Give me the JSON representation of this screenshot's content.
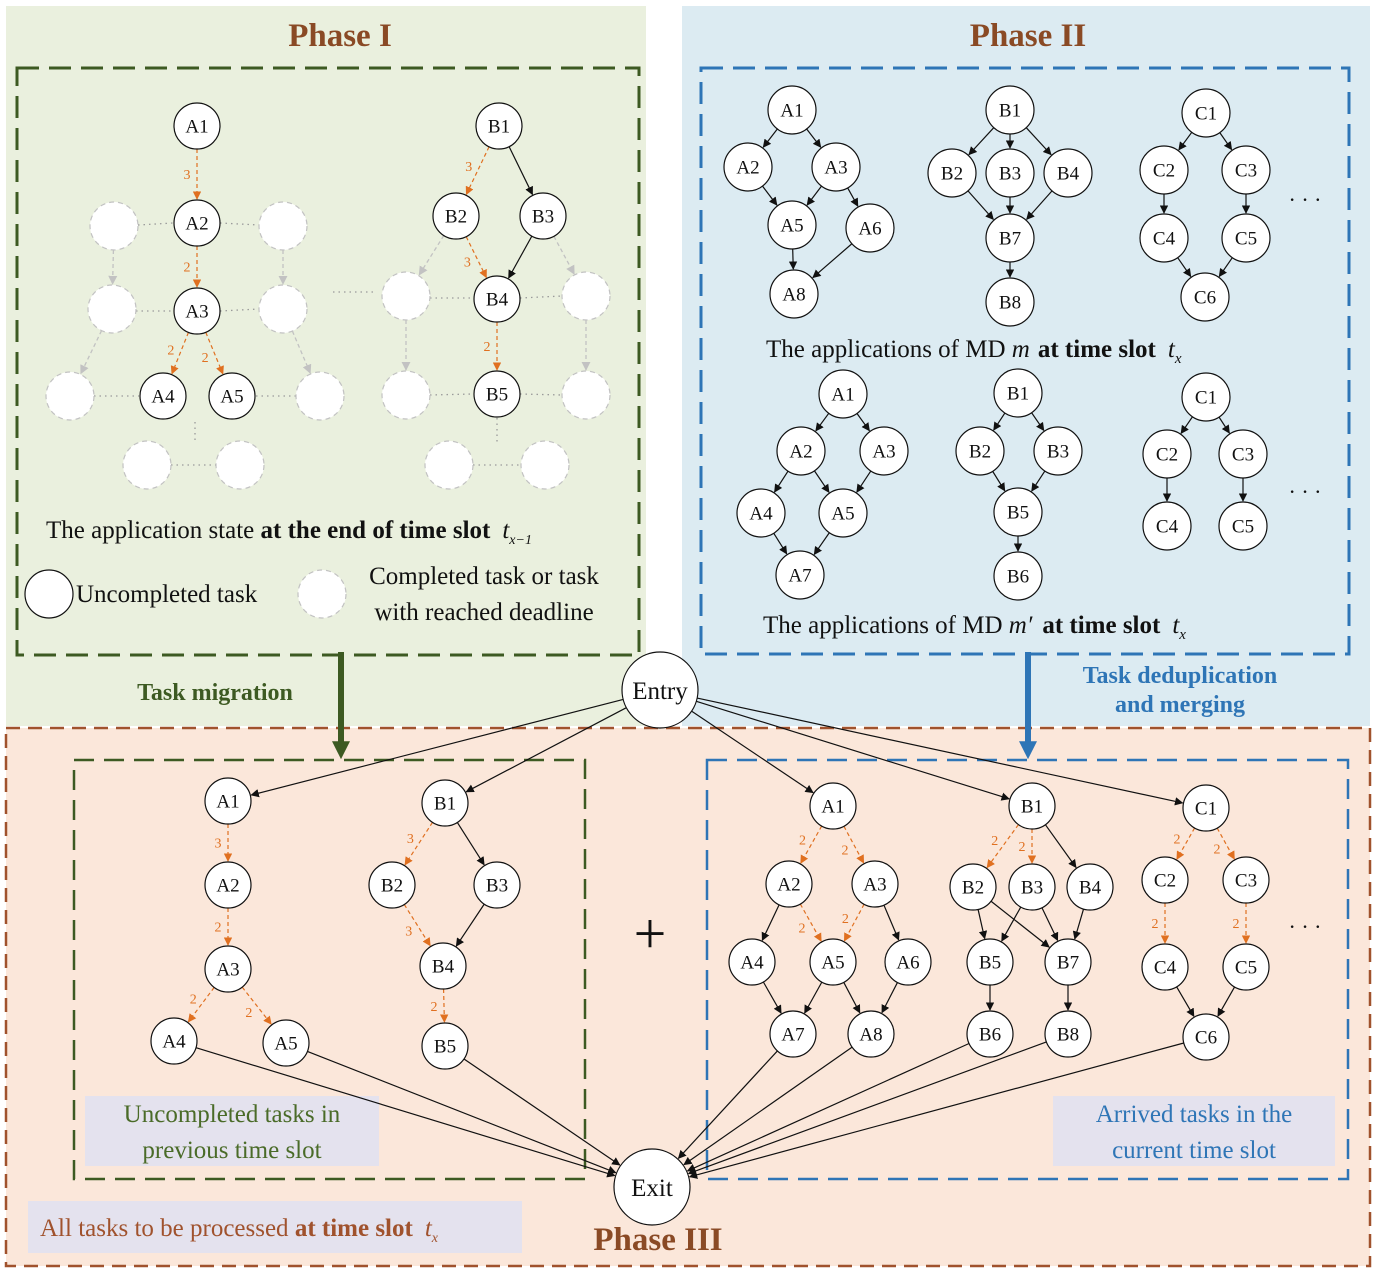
{
  "phase1": {
    "title": "Phase I",
    "caption_plain": "The application state ",
    "caption_bold": "at the end of time slot",
    "caption_var": "t",
    "caption_sub": "x−1",
    "legend_uncompleted": "Uncompleted task",
    "legend_completed_line1": "Completed task or task",
    "legend_completed_line2": "with reached deadline",
    "nodes": [
      "A1",
      "A2",
      "A3",
      "A4",
      "A5",
      "B1",
      "B2",
      "B3",
      "B4",
      "B5"
    ],
    "edge_labels": [
      "3",
      "2",
      "2",
      "2",
      "3",
      "3",
      "2"
    ]
  },
  "phase2": {
    "title": "Phase II",
    "caption1_plain": "The applications of MD ",
    "caption1_var": "m",
    "caption1_bold": "at time slot",
    "caption1_t": "t",
    "caption1_sub": "x",
    "caption2_plain": "The applications of MD ",
    "caption2_var": "m′",
    "caption2_bold": "at time slot",
    "caption2_t": "t",
    "caption2_sub": "x",
    "set1_nodes": [
      "A1",
      "A2",
      "A3",
      "A5",
      "A6",
      "A8",
      "B1",
      "B2",
      "B3",
      "B4",
      "B7",
      "B8",
      "C1",
      "C2",
      "C3",
      "C4",
      "C5",
      "C6"
    ],
    "set2_nodes": [
      "A1",
      "A2",
      "A3",
      "A4",
      "A5",
      "A7",
      "B1",
      "B2",
      "B3",
      "B5",
      "B6",
      "C1",
      "C2",
      "C3",
      "C4",
      "C5"
    ],
    "ellipsis": "· · ·"
  },
  "arrows": {
    "migration": "Task migration",
    "dedup_line1": "Task deduplication",
    "dedup_line2": "and merging"
  },
  "phase3": {
    "title": "Phase III",
    "entry": "Entry",
    "exit": "Exit",
    "plus": "+",
    "left_nodes": [
      "A1",
      "A2",
      "A3",
      "A4",
      "A5",
      "B1",
      "B2",
      "B3",
      "B4",
      "B5"
    ],
    "left_edge_labels": [
      "3",
      "2",
      "2",
      "2",
      "3",
      "3",
      "2"
    ],
    "right_nodes": [
      "A1",
      "A2",
      "A3",
      "A4",
      "A5",
      "A6",
      "A7",
      "A8",
      "B1",
      "B2",
      "B3",
      "B4",
      "B5",
      "B6",
      "B7",
      "B8",
      "C1",
      "C2",
      "C3",
      "C4",
      "C5",
      "C6"
    ],
    "right_edge_labels": [
      "2",
      "2",
      "2",
      "2",
      "2",
      "2",
      "2",
      "2",
      "2"
    ],
    "label_prev_line1": "Uncompleted tasks in",
    "label_prev_line2": "previous time slot",
    "label_curr_line1": "Arrived tasks in the",
    "label_curr_line2": "current time slot",
    "all_plain": "All tasks to be processed ",
    "all_bold": "at time slot",
    "all_t": "t",
    "all_sub": "x",
    "ellipsis": "· · ·"
  },
  "colors": {
    "phase1_bg": "#eaf0de",
    "phase2_bg": "#dcebf2",
    "phase3_bg": "#fbe7da",
    "green": "#3d5a22",
    "blue": "#2e75b6",
    "brown": "#a0522d",
    "orange": "#e07020"
  }
}
